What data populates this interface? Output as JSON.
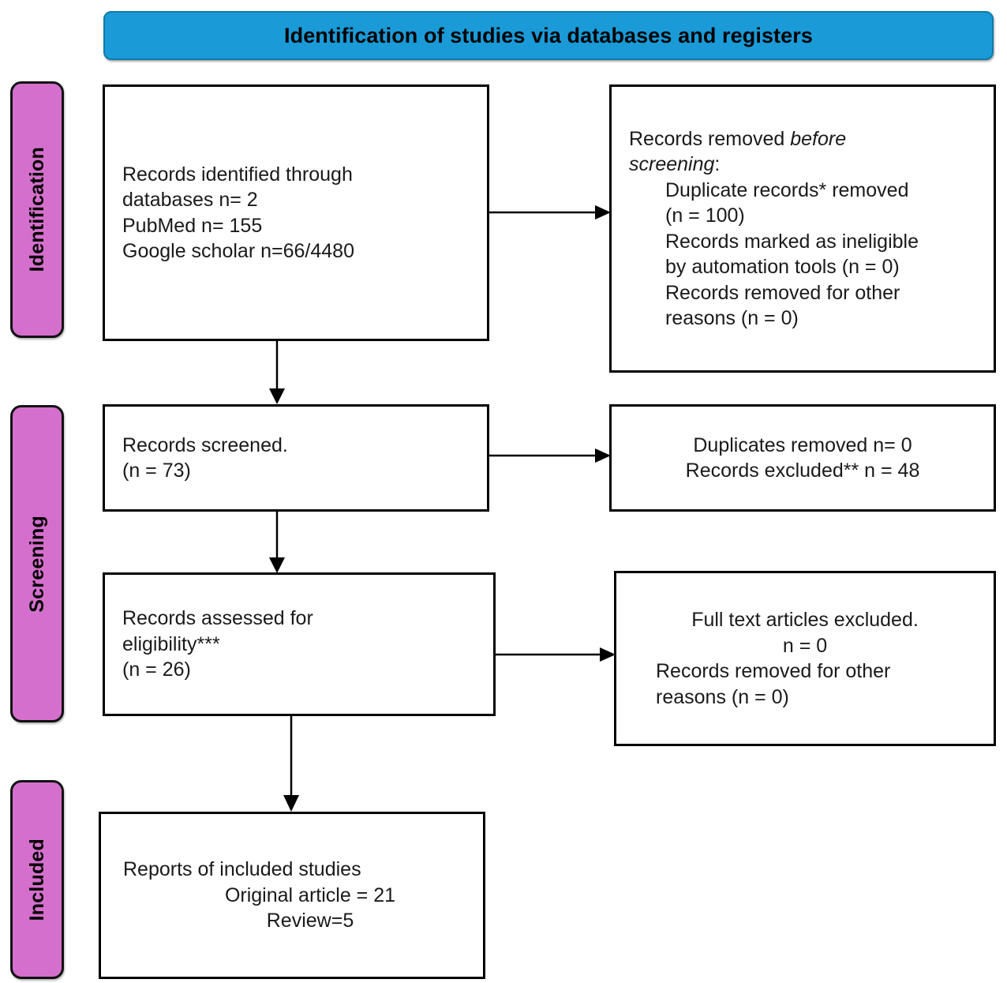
{
  "header": {
    "title": "Identification of studies via databases and registers",
    "color": "#1a9bd7"
  },
  "stages": {
    "color": "#d56fcd",
    "identification": "Identification",
    "screening": "Screening",
    "included": "Included"
  },
  "boxes": {
    "identified": {
      "lines": [
        "Records identified through",
        "databases n= 2",
        "PubMed n= 155",
        "Google scholar n=66/4480"
      ]
    },
    "removed_before": {
      "line1_plain": "Records removed ",
      "line1_italic": "before",
      "line2_italic": "screening",
      "line2_plain": ":",
      "lines": [
        "Duplicate records* removed",
        "(n = 100)",
        "Records marked as ineligible",
        "by automation tools (n = 0)",
        "Records removed for other",
        "reasons (n = 0)"
      ]
    },
    "screened": {
      "lines": [
        "Records screened.",
        "(n = 73)"
      ]
    },
    "duplicates_removed": {
      "lines": [
        "Duplicates removed n= 0",
        "Records excluded** n = 48"
      ]
    },
    "assessed": {
      "lines": [
        "Records assessed for",
        "eligibility***",
        "(n = 26)"
      ]
    },
    "fulltext_excluded": {
      "lines": [
        "Full text articles excluded.",
        "n = 0",
        "Records removed for other",
        "reasons (n = 0)"
      ]
    },
    "included_reports": {
      "lines": [
        "Reports of included studies",
        "Original article = 21",
        "Review=5"
      ]
    }
  },
  "chart_data": {
    "type": "diagram",
    "title": "Identification of studies via databases and registers",
    "nodes": [
      {
        "id": "identified",
        "stage": "Identification",
        "label": "Records identified through databases n= 2; PubMed n= 155; Google scholar n=66/4480",
        "n_databases": 2,
        "n_pubmed": 155,
        "n_google_scholar": "66/4480"
      },
      {
        "id": "removed_before",
        "stage": "Identification",
        "label": "Records removed before screening",
        "duplicate_records_removed": 100,
        "marked_ineligible_by_automation": 0,
        "removed_other_reasons": 0
      },
      {
        "id": "screened",
        "stage": "Screening",
        "label": "Records screened.",
        "n": 73
      },
      {
        "id": "duplicates_removed",
        "stage": "Screening",
        "label": "Duplicates removed / Records excluded",
        "duplicates_removed": 0,
        "records_excluded": 48
      },
      {
        "id": "assessed",
        "stage": "Screening",
        "label": "Records assessed for eligibility***",
        "n": 26
      },
      {
        "id": "fulltext_excluded",
        "stage": "Screening",
        "label": "Full text articles excluded.",
        "n": 0,
        "removed_other_reasons": 0
      },
      {
        "id": "included_reports",
        "stage": "Included",
        "label": "Reports of included studies",
        "original_article": 21,
        "review": 5
      }
    ],
    "edges": [
      {
        "from": "identified",
        "to": "removed_before",
        "direction": "right"
      },
      {
        "from": "identified",
        "to": "screened",
        "direction": "down"
      },
      {
        "from": "screened",
        "to": "duplicates_removed",
        "direction": "right"
      },
      {
        "from": "screened",
        "to": "assessed",
        "direction": "down"
      },
      {
        "from": "assessed",
        "to": "fulltext_excluded",
        "direction": "right"
      },
      {
        "from": "assessed",
        "to": "included_reports",
        "direction": "down"
      }
    ]
  }
}
